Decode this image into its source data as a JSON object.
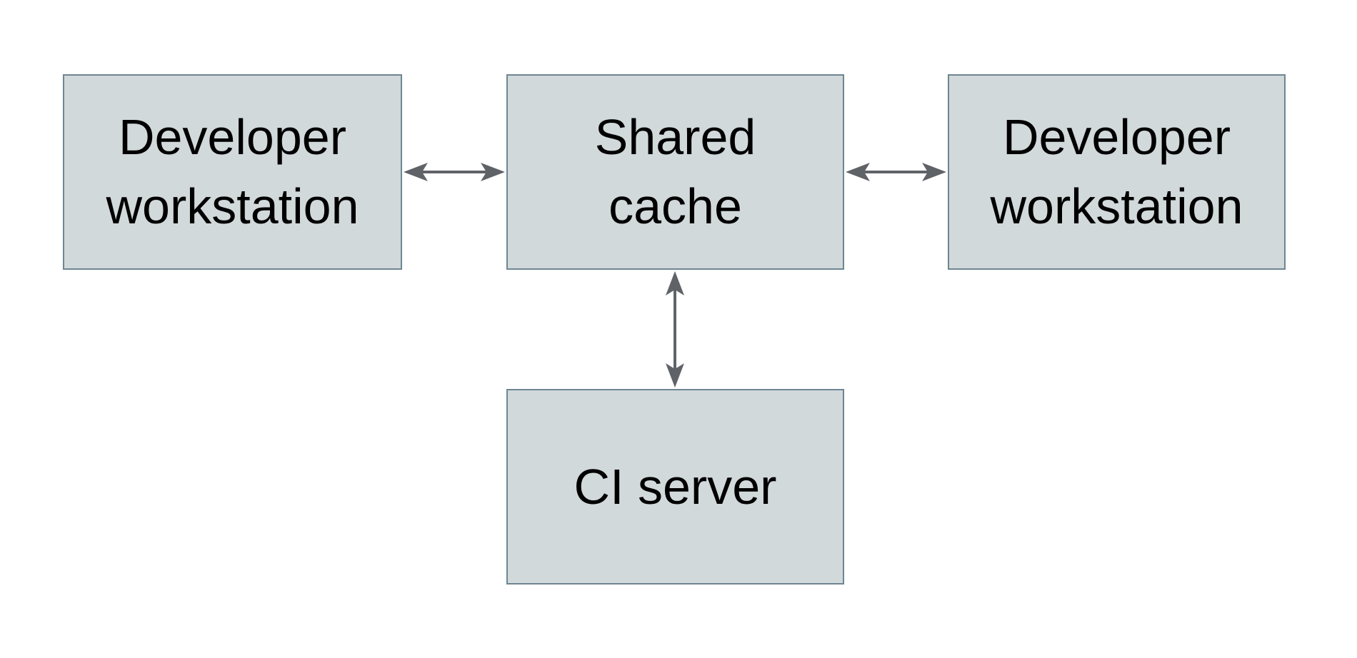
{
  "diagram": {
    "nodes": [
      {
        "id": "developer-workstation-left",
        "label": "Developer workstation",
        "line1": "Developer",
        "line2": "workstation"
      },
      {
        "id": "shared-cache",
        "label": "Shared cache",
        "line1": "Shared",
        "line2": "cache"
      },
      {
        "id": "developer-workstation-right",
        "label": "Developer workstation",
        "line1": "Developer",
        "line2": "workstation"
      },
      {
        "id": "ci-server",
        "label": "CI server",
        "line1": "CI server",
        "line2": ""
      }
    ],
    "edges": [
      {
        "from": "developer-workstation-left",
        "to": "shared-cache",
        "type": "bidirectional"
      },
      {
        "from": "shared-cache",
        "to": "developer-workstation-right",
        "type": "bidirectional"
      },
      {
        "from": "shared-cache",
        "to": "ci-server",
        "type": "bidirectional"
      }
    ],
    "colors": {
      "node_fill": "#d2d9db",
      "node_border": "#6d8692",
      "arrow": "#5f6368",
      "text": "#000000",
      "background": "#ffffff"
    }
  }
}
